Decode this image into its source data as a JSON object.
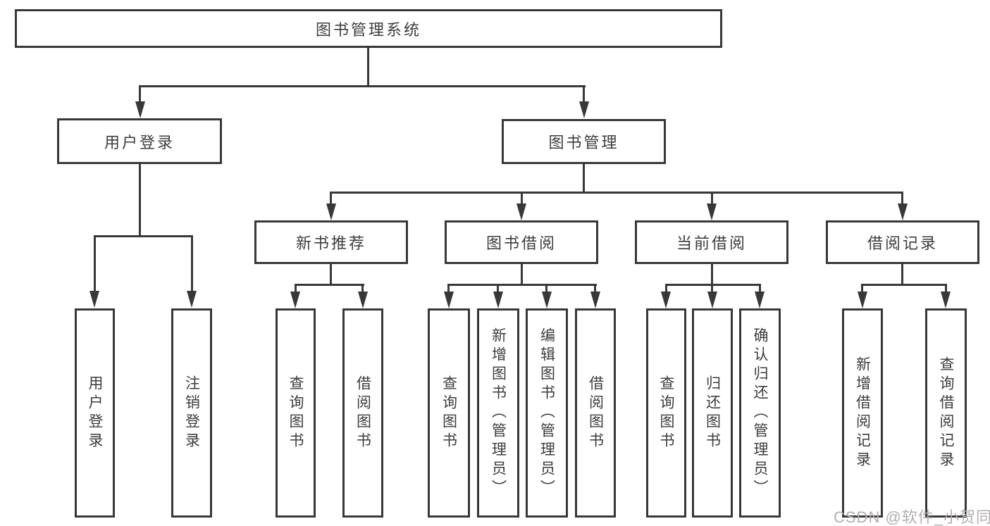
{
  "diagram": {
    "root": {
      "label": "图书管理系统"
    },
    "branches": {
      "user_login": {
        "label": "用户登录",
        "children": [
          "用户登录",
          "注销登录"
        ]
      },
      "book_management": {
        "label": "图书管理",
        "sections": [
          {
            "label": "新书推荐",
            "children": [
              "查询图书",
              "借阅图书"
            ]
          },
          {
            "label": "图书借阅",
            "children": [
              "查询图书",
              "新增图书（管理员）",
              "编辑图书（管理员）",
              "借阅图书"
            ]
          },
          {
            "label": "当前借阅",
            "children": [
              "查询图书",
              "归还图书",
              "确认归还（管理员）"
            ]
          },
          {
            "label": "借阅记录",
            "children": [
              "新增借阅记录",
              "查询借阅记录"
            ]
          }
        ]
      }
    },
    "watermark": "CSDN @软件_小贺同学",
    "colors": {
      "line": "#383838",
      "text": "#3d3d3d",
      "watermark": "#b3aeae",
      "background": "#ffffff"
    }
  }
}
